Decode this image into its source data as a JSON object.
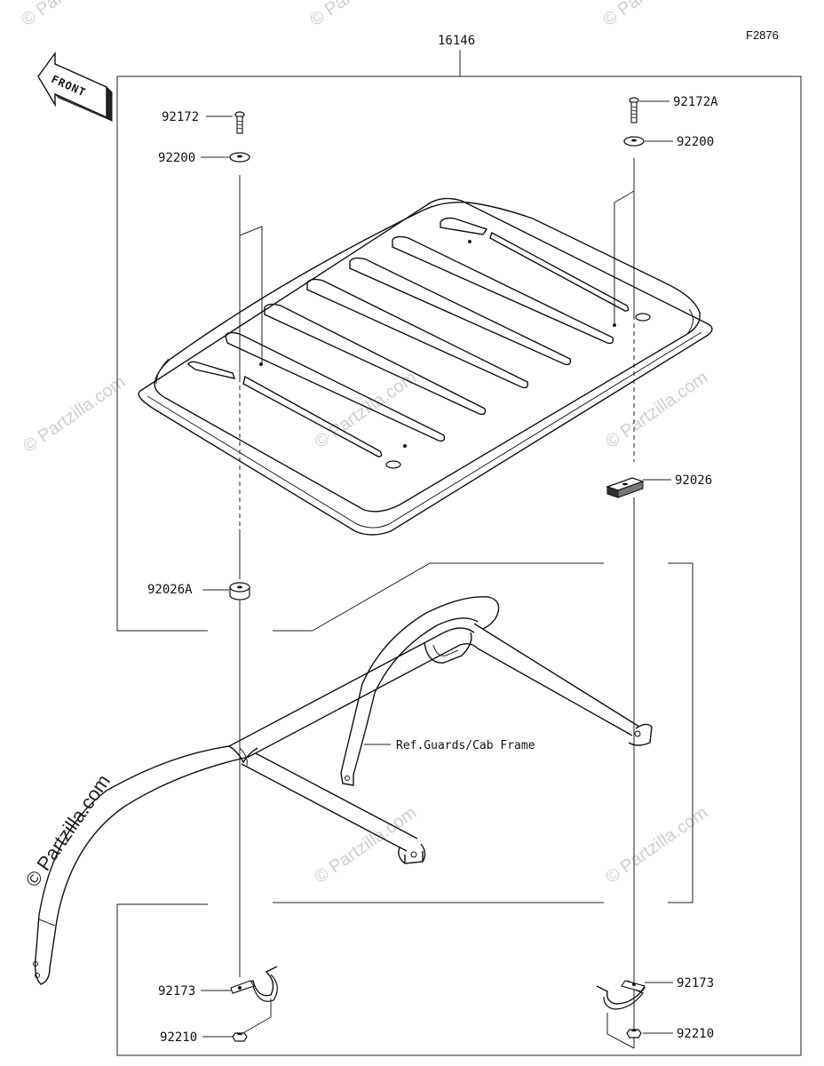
{
  "diagram": {
    "figure_code": "F2876",
    "assembly_part": "16146",
    "front_label": "FRONT",
    "reference_note": "Ref.Guards/Cab Frame",
    "parts": {
      "bolt_left": "92172",
      "bolt_right": "92172A",
      "washer_left": "92200",
      "washer_right": "92200",
      "spacer_right": "92026",
      "spacer_left": "92026A",
      "clamp_left": "92173",
      "clamp_right": "92173",
      "nut_left": "92210",
      "nut_right": "92210"
    },
    "watermark": "© Partzilla.com",
    "colors": {
      "line": "#111111",
      "watermark": "#cfcfcf",
      "background": "#ffffff"
    }
  }
}
